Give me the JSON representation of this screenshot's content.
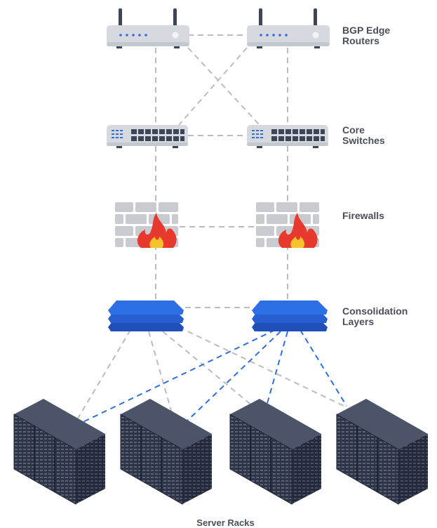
{
  "labels": {
    "routers": "BGP Edge\nRouters",
    "switches": "Core\nSwitches",
    "firewalls": "Firewalls",
    "consolidation": "Consolidation\nLayers",
    "racks": "Server Racks"
  },
  "colors": {
    "label_text": "#4a4f5a",
    "gray_link": "#b9bcc2",
    "blue_link": "#2f6fdc",
    "device_body": "#d6d9df",
    "device_dark": "#3d4558",
    "port_blue": "#2f6fdc",
    "brick": "#c9cbd0",
    "flame_red": "#e8392e",
    "flame_yellow": "#f6c22c",
    "layer_blue_top": "#2f6fe6",
    "layer_blue_mid": "#285fd0",
    "layer_blue_bot": "#1f4fb8",
    "rack_top": "#4b5468",
    "rack_front": "#2e3547",
    "rack_side": "#242a39"
  },
  "icons": {
    "router": "wifi-router-icon",
    "switch": "network-switch-icon",
    "firewall": "firewall-icon",
    "layer": "stacked-layers-icon",
    "rack": "server-rack-icon"
  }
}
